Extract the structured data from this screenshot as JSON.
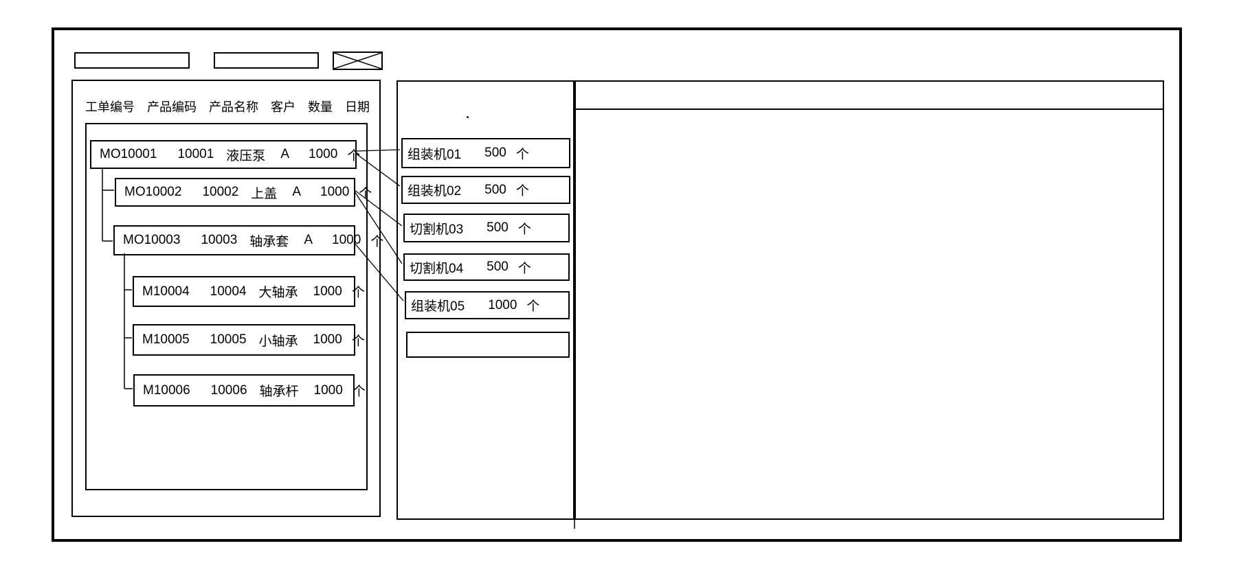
{
  "toolbar": {
    "field1_value": "",
    "field2_value": ""
  },
  "left_panel": {
    "columns": [
      "工单编号",
      "产品编码",
      "产品名称",
      "客户",
      "数量",
      "日期"
    ],
    "orders": [
      {
        "order_no": "MO10001",
        "product_code": "10001",
        "product_name": "液压泵",
        "customer": "A",
        "qty": "1000",
        "unit": "个"
      },
      {
        "order_no": "MO10002",
        "product_code": "10002",
        "product_name": "上盖",
        "customer": "A",
        "qty": "1000",
        "unit": "个"
      },
      {
        "order_no": "MO10003",
        "product_code": "10003",
        "product_name": "轴承套",
        "customer": "A",
        "qty": "1000",
        "unit": "个"
      },
      {
        "order_no": "M10004",
        "product_code": "10004",
        "product_name": "大轴承",
        "customer": "",
        "qty": "1000",
        "unit": "个"
      },
      {
        "order_no": "M10005",
        "product_code": "10005",
        "product_name": "小轴承",
        "customer": "",
        "qty": "1000",
        "unit": "个"
      },
      {
        "order_no": "M10006",
        "product_code": "10006",
        "product_name": "轴承杆",
        "customer": "",
        "qty": "1000",
        "unit": "个"
      }
    ]
  },
  "machine_panel": {
    "stray_mark": ".",
    "machines": [
      {
        "name": "组装机01",
        "qty": "500",
        "unit": "个"
      },
      {
        "name": "组装机02",
        "qty": "500",
        "unit": "个"
      },
      {
        "name": "切割机03",
        "qty": "500",
        "unit": "个"
      },
      {
        "name": "切割机04",
        "qty": "500",
        "unit": "个"
      },
      {
        "name": "组装机05",
        "qty": "1000",
        "unit": "个"
      },
      {
        "name": "",
        "qty": "",
        "unit": ""
      }
    ]
  }
}
